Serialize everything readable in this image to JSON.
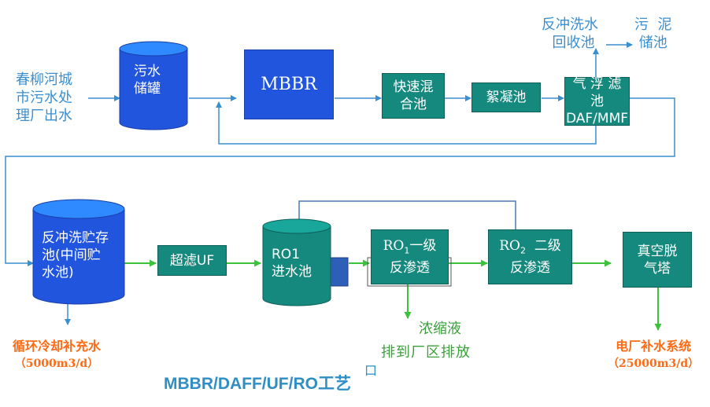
{
  "source": {
    "lines": [
      "春柳河城",
      "市污水处",
      "理厂出水"
    ]
  },
  "nodes": {
    "sewage_tank": {
      "lines": [
        "污水",
        "储罐"
      ]
    },
    "mbbr": "MBBR",
    "rapid_mix": {
      "lines": [
        "快速混",
        "合池"
      ]
    },
    "flocculation": "絮凝池",
    "daf": {
      "lines": [
        "气 浮 滤 池",
        "DAF/MMF"
      ]
    },
    "backwash_recovery": {
      "lines": [
        "反冲洗水",
        "回收池"
      ]
    },
    "sludge_tank": {
      "lines": [
        "污  泥",
        "储池"
      ]
    },
    "backwash_storage": {
      "lines": [
        "反冲洗贮存",
        "池(中间贮",
        "水池)"
      ]
    },
    "uf": "超滤UF",
    "ro1_inlet": {
      "lines": [
        "RO1",
        "进水池"
      ]
    },
    "ro1": {
      "prefix": "RO",
      "sub": "1",
      "suffix": "一级",
      "line2": "反渗透"
    },
    "ro2": {
      "prefix": "RO",
      "sub": "2",
      "suffix": "  二级",
      "line2": "反渗透"
    },
    "degasser": {
      "lines": [
        "真空脱",
        "气塔"
      ]
    }
  },
  "outputs": {
    "concentrate": {
      "lines": [
        "浓缩液",
        "排到厂区排放"
      ]
    },
    "cooling": {
      "label": "循环冷却补充水",
      "flow": "（5000m3/d）"
    },
    "power": {
      "label": "电厂补水系统",
      "flow": "（25000m3/d）"
    }
  },
  "footer": {
    "title": "MBBR/DAFF/UF/RO工艺",
    "mark": "口"
  },
  "colors": {
    "blue_flow": "#3a8fd0",
    "green_flow": "#3cc23c",
    "tank_blue": "#2255dd",
    "tank_teal": "#16897f",
    "output_orange": "#ff6a13"
  }
}
